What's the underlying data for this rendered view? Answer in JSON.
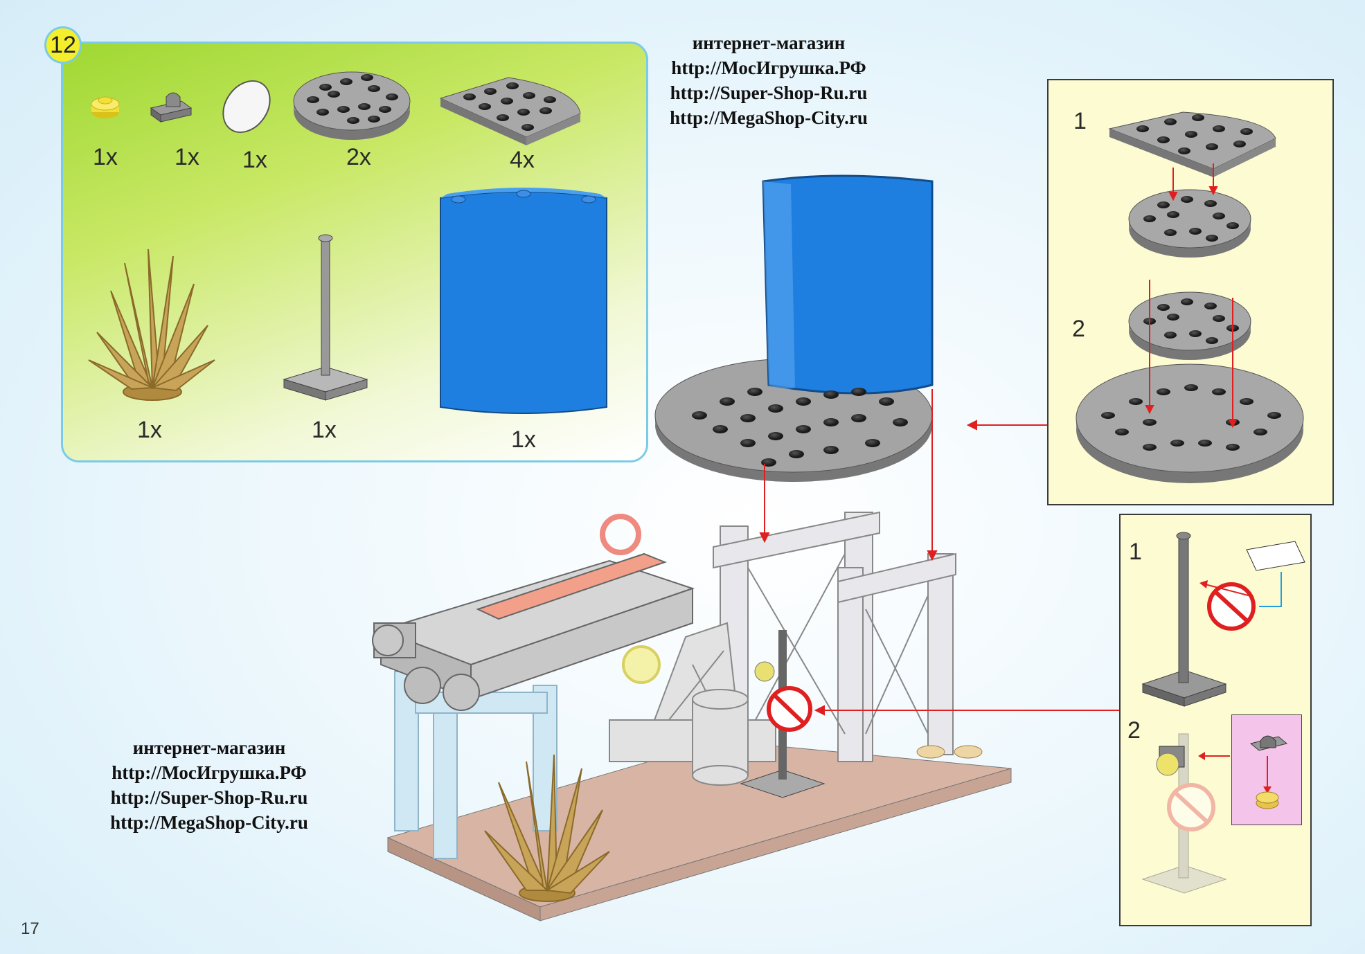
{
  "step": {
    "number": "12"
  },
  "parts": [
    {
      "name": "round-plate-1x1-yellow",
      "qty": "1x"
    },
    {
      "name": "clip-plate-1x1",
      "qty": "1x"
    },
    {
      "name": "round-tile-white",
      "qty": "1x"
    },
    {
      "name": "round-plate-4x4",
      "qty": "2x"
    },
    {
      "name": "quarter-round-plate",
      "qty": "4x"
    },
    {
      "name": "tan-grass-plant",
      "qty": "1x"
    },
    {
      "name": "lamp-post",
      "qty": "1x"
    },
    {
      "name": "blue-curved-panel",
      "qty": "1x"
    }
  ],
  "watermark_top": {
    "line1": "интернет-магазин",
    "line2": "http://МосИгрушка.РФ",
    "line3": "http://Super-Shop-Ru.ru",
    "line4": "http://MegaShop-City.ru"
  },
  "watermark_bottom": {
    "line1": "интернет-магазин",
    "line2": "http://МосИгрушка.РФ",
    "line3": "http://Super-Shop-Ru.ru",
    "line4": "http://MegaShop-City.ru"
  },
  "subassembly_tank": {
    "step1": "1",
    "step2": "2"
  },
  "subassembly_sign": {
    "step1": "1",
    "step2": "2"
  },
  "page_number": "17",
  "colors": {
    "panel_border": "#7ccbe6",
    "step_badge": "#f4ef2a",
    "tank_blue": "#1e7fe0",
    "plate_gray": "#8e8e8e",
    "arrow_red": "#e02020",
    "subpanel_bg": "#fdfbd2",
    "pink_callout": "#f4c4ea"
  }
}
